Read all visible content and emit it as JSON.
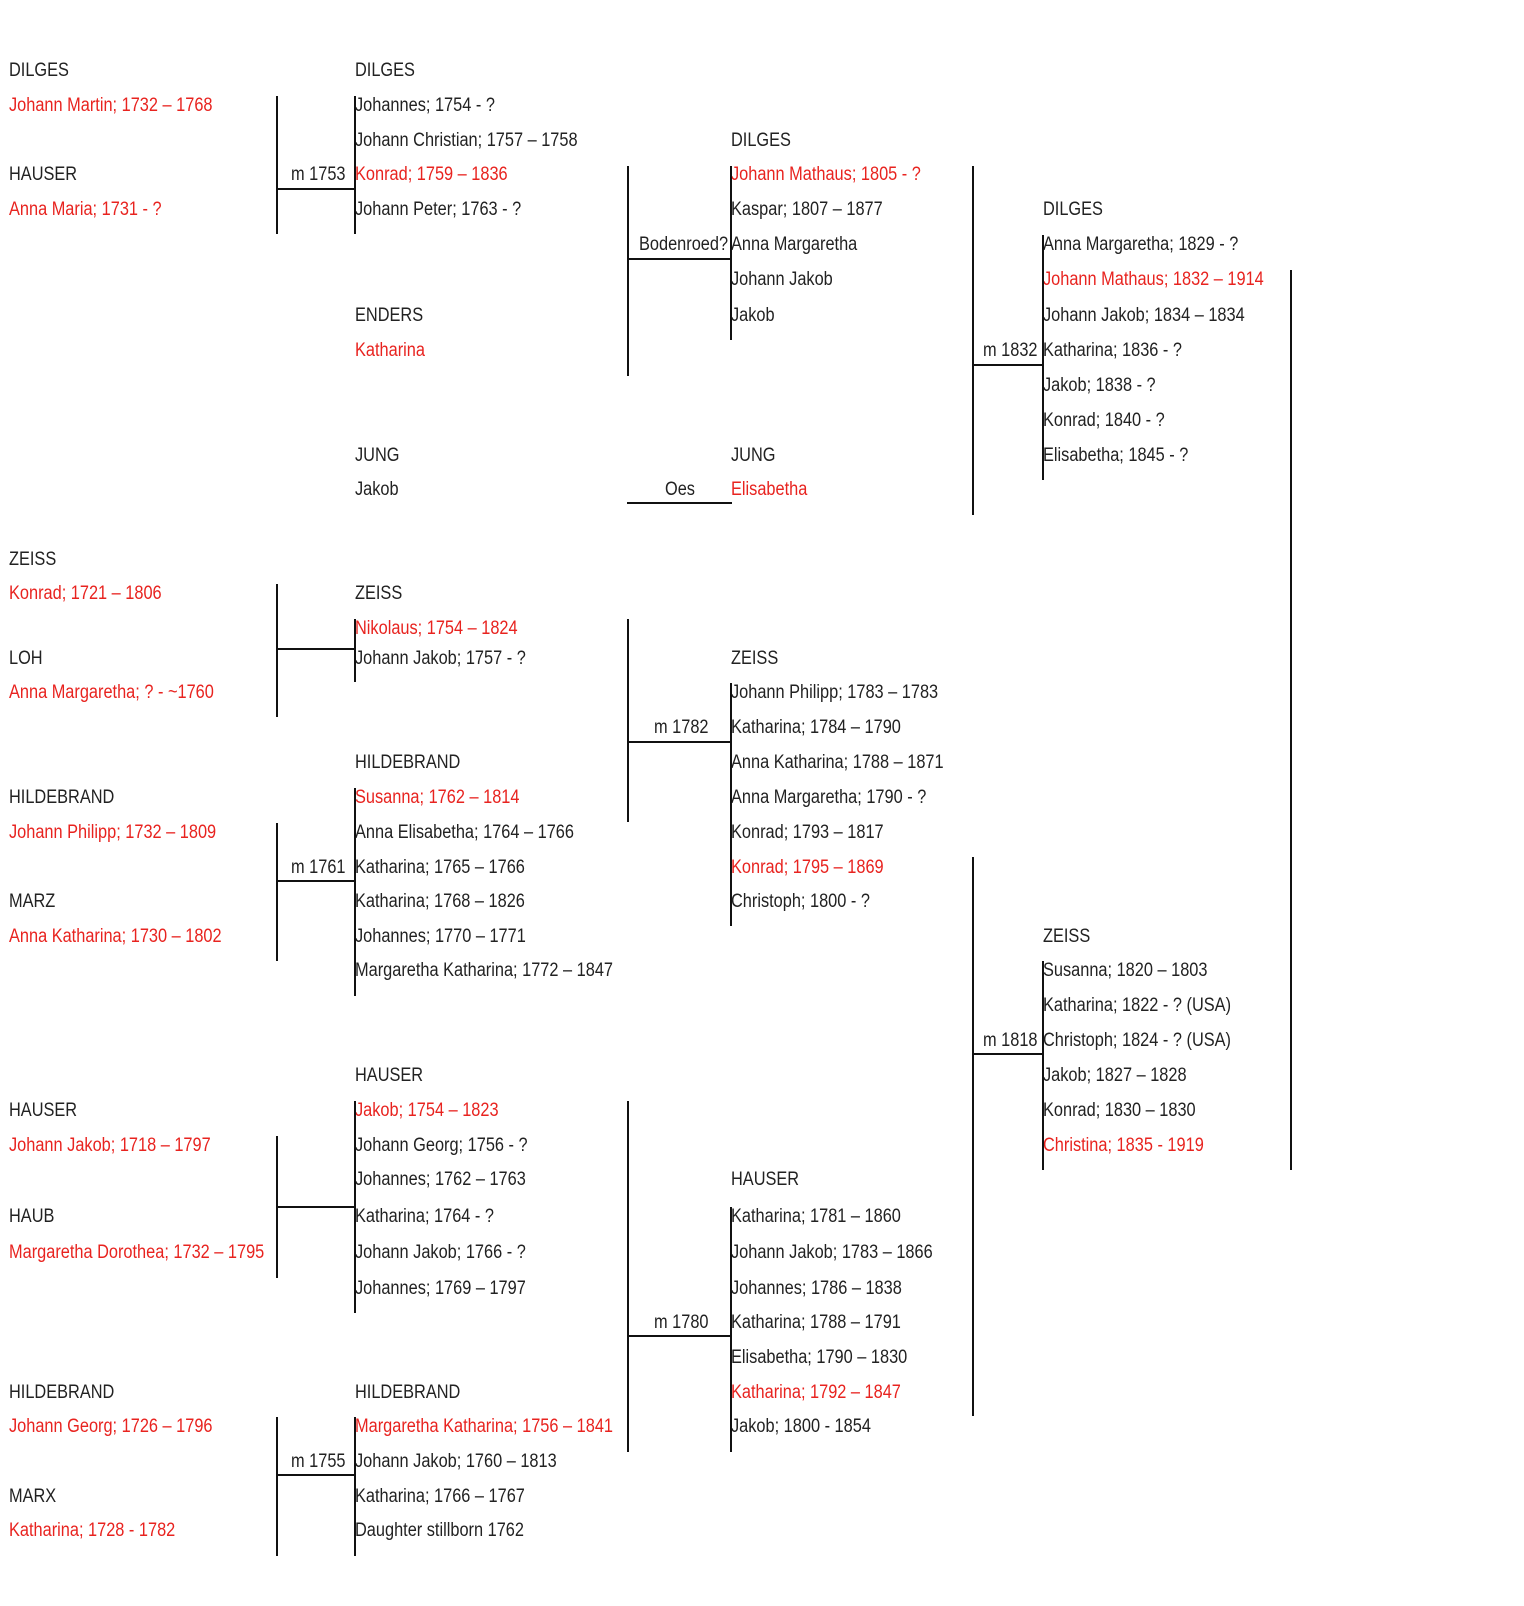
{
  "colors": {
    "highlight": "#e8231f",
    "text": "#222222",
    "line": "#111111"
  },
  "col1": {
    "dilges_martin": {
      "surname": "DILGES",
      "name": "Johann Martin; 1732 – 1768"
    },
    "hauser_anna": {
      "surname": "HAUSER",
      "name": "Anna Maria; 1731 - ?"
    },
    "zeiss_konrad": {
      "surname": "ZEISS",
      "name": "Konrad; 1721 – 1806"
    },
    "loh": {
      "surname": "LOH",
      "name": "Anna Margaretha; ? - ~1760"
    },
    "hildebrand_philipp": {
      "surname": "HILDEBRAND",
      "name": "Johann Philipp; 1732 – 1809"
    },
    "marz": {
      "surname": "MARZ",
      "name": "Anna Katharina; 1730 – 1802"
    },
    "hauser_jakob": {
      "surname": "HAUSER",
      "name": "Johann Jakob; 1718 – 1797"
    },
    "haub": {
      "surname": "HAUB",
      "name": "Margaretha Dorothea; 1732 – 1795"
    },
    "hildebrand_georg": {
      "surname": "HILDEBRAND",
      "name": "Johann Georg; 1726 – 1796"
    },
    "marx": {
      "surname": "MARX",
      "name": "Katharina; 1728 - 1782"
    }
  },
  "col2": {
    "dilges": {
      "surname": "DILGES",
      "children": [
        "Johannes; 1754 - ?",
        "Johann Christian; 1757 – 1758",
        "Konrad; 1759 – 1836",
        "Johann Peter; 1763 - ?"
      ]
    },
    "enders": {
      "surname": "ENDERS",
      "name": "Katharina"
    },
    "jung": {
      "surname": "JUNG",
      "name": "Jakob"
    },
    "zeiss": {
      "surname": "ZEISS",
      "children": [
        "Nikolaus; 1754 – 1824",
        "Johann Jakob; 1757 - ?"
      ]
    },
    "hildebrand1": {
      "surname": "HILDEBRAND",
      "children": [
        "Susanna; 1762 – 1814",
        "Anna Elisabetha; 1764 – 1766",
        "Katharina; 1765 – 1766",
        "Katharina; 1768 – 1826",
        "Johannes; 1770 – 1771",
        "Margaretha Katharina; 1772 – 1847"
      ]
    },
    "hauser": {
      "surname": "HAUSER",
      "children": [
        "Jakob; 1754 – 1823",
        "Johann Georg; 1756 - ?",
        "Johannes; 1762 – 1763",
        "Katharina; 1764 - ?",
        "Johann Jakob; 1766 - ?",
        "Johannes; 1769 – 1797"
      ]
    },
    "hildebrand2": {
      "surname": "HILDEBRAND",
      "children": [
        "Margaretha Katharina; 1756 – 1841",
        "Johann Jakob; 1760 – 1813",
        "Katharina; 1766 – 1767",
        "Daughter stillborn 1762"
      ]
    }
  },
  "col3": {
    "dilges": {
      "surname": "DILGES",
      "children": [
        "Johann Mathaus; 1805 - ?",
        "Kaspar; 1807 – 1877",
        "Anna Margaretha",
        "Johann Jakob",
        "Jakob"
      ]
    },
    "jung": {
      "surname": "JUNG",
      "name": "Elisabetha"
    },
    "zeiss": {
      "surname": "ZEISS",
      "children": [
        "Johann Philipp; 1783 – 1783",
        "Katharina; 1784 – 1790",
        "Anna Katharina; 1788 – 1871",
        "Anna Margaretha; 1790 - ?",
        "Konrad; 1793 – 1817",
        "Konrad; 1795 – 1869",
        "Christoph; 1800 - ?"
      ]
    },
    "hauser": {
      "surname": "HAUSER",
      "children": [
        "Katharina; 1781 – 1860",
        "Johann Jakob; 1783 – 1866",
        "Johannes; 1786 – 1838",
        "Katharina; 1788 – 1791",
        "Elisabetha; 1790 – 1830",
        "Katharina; 1792 – 1847",
        "Jakob; 1800 - 1854"
      ]
    }
  },
  "col4": {
    "dilges": {
      "surname": "DILGES",
      "children": [
        "Anna Margaretha; 1829 - ?",
        "Johann Mathaus; 1832 – 1914",
        "Johann Jakob; 1834 – 1834",
        "Katharina; 1836 - ?",
        "Jakob; 1838 - ?",
        "Konrad; 1840 - ?",
        "Elisabetha; 1845 - ?"
      ]
    },
    "zeiss": {
      "surname": "ZEISS",
      "children": [
        "Susanna; 1820 – 1803",
        "Katharina; 1822 - ? (USA)",
        "Christoph; 1824 - ? (USA)",
        "Jakob; 1827 – 1828",
        "Konrad; 1830 – 1830",
        "Christina; 1835 - 1919"
      ]
    }
  },
  "marriages": {
    "m1753": "m 1753",
    "m1761": "m 1761",
    "m1755": "m 1755",
    "bodenroed": "Bodenroed?",
    "oes": "Oes",
    "m1782": "m 1782",
    "m1780": "m 1780",
    "m1832": "m 1832",
    "m1818": "m 1818"
  }
}
